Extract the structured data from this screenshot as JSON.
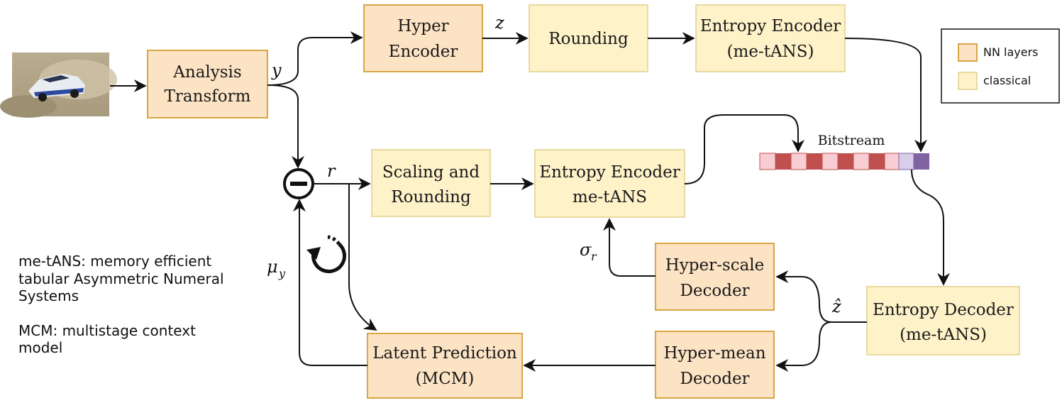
{
  "blocks": {
    "analysis_transform": [
      "Analysis",
      "Transform"
    ],
    "hyper_encoder": [
      "Hyper",
      "Encoder"
    ],
    "rounding": [
      "Rounding"
    ],
    "entropy_encoder_top": [
      "Entropy Encoder",
      "(me-tANS)"
    ],
    "scaling_rounding": [
      "Scaling and",
      "Rounding"
    ],
    "entropy_encoder_mid": [
      "Entropy Encoder",
      "me-tANS"
    ],
    "hyper_scale_decoder": [
      "Hyper-scale",
      "Decoder"
    ],
    "entropy_decoder": [
      "Entropy Decoder",
      "(me-tANS)"
    ],
    "latent_prediction": [
      "Latent Prediction",
      "(MCM)"
    ],
    "hyper_mean_decoder": [
      "Hyper-mean",
      "Decoder"
    ]
  },
  "symbols": {
    "y": "y",
    "z": "z",
    "r": "r",
    "sigma_r": "σ",
    "sigma_r_sub": "r",
    "mu_y": "μ",
    "mu_y_sub": "y",
    "z_hat": "ẑ"
  },
  "bitstream_label": "Bitstream",
  "legend": {
    "nn_label": "NN layers",
    "classical_label": "classical"
  },
  "notes": {
    "me_tans": [
      "me-tANS: memory efficient",
      "tabular Asymmetric Numeral",
      "Systems"
    ],
    "mcm": [
      "MCM: multistage context",
      "model"
    ]
  },
  "colors": {
    "nn_fill": "#fce3c4",
    "nn_border": "#d9a545",
    "classical_fill": "#fef2c8",
    "classical_border": "#e3cf8a",
    "bitstream_dark": "#c0504d",
    "bitstream_light": "#f8cdd3",
    "bitstream_purple_light": "#d9cdea",
    "bitstream_purple_dark": "#8064a2"
  }
}
